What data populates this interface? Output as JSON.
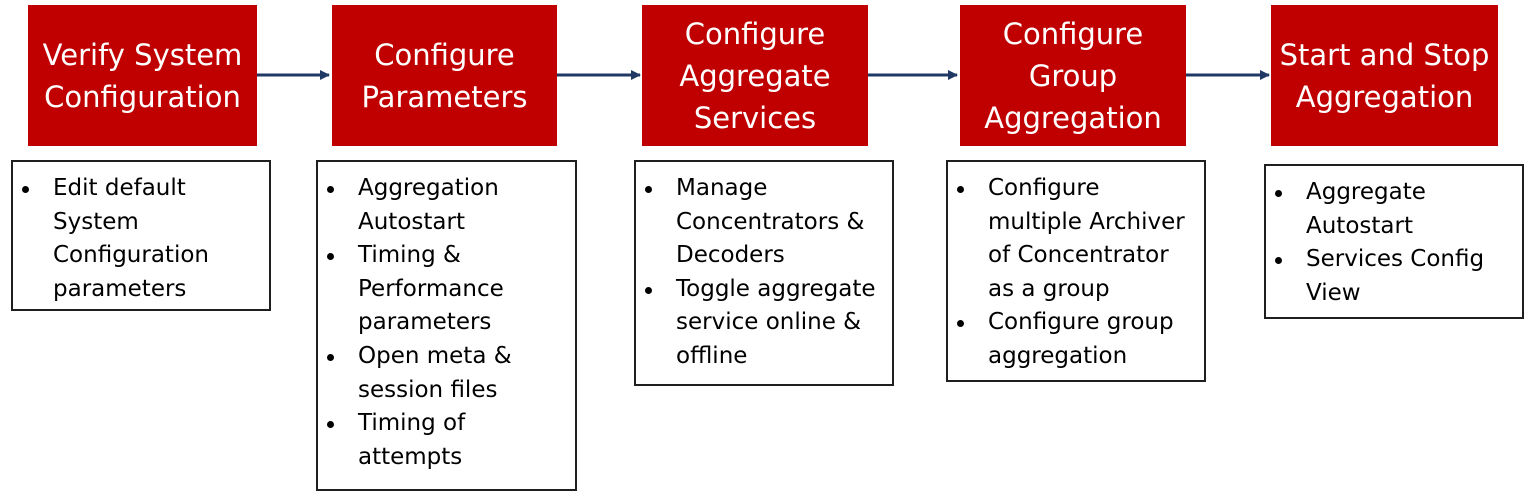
{
  "steps": [
    {
      "title": "Verify System\nConfiguration",
      "details": [
        "Edit default System Configuration parameters"
      ]
    },
    {
      "title": "Configure\nParameters",
      "details": [
        "Aggregation Autostart",
        "Timing & Performance parameters",
        "Open meta & session files",
        "Timing of attempts"
      ]
    },
    {
      "title": "Configure\nAggregate\nServices",
      "details": [
        "Manage Concentrators & Decoders",
        "Toggle aggregate service online & offline"
      ]
    },
    {
      "title": "Configure\nGroup\nAggregation",
      "details": [
        "Configure multiple Archiver of Concentrator as a group",
        "Configure group aggregation"
      ]
    },
    {
      "title": "Start and Stop\nAggregation",
      "details": [
        "Aggregate Autostart",
        "Services Config View"
      ]
    }
  ],
  "colors": {
    "step_fill": "#c00000",
    "arrow": "#1f3864",
    "detail_border": "#1f1f1f"
  }
}
